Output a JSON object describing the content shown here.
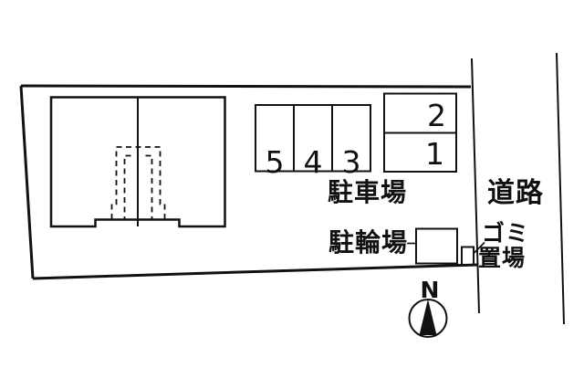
{
  "site_plan": {
    "parking_area": {
      "label": "駐車場",
      "space_numbers": [
        "5",
        "4",
        "3",
        "2",
        "1"
      ]
    },
    "bicycle_area": {
      "label": "駐輪場"
    },
    "garbage_area": {
      "label_line1": "ゴミ",
      "label_line2": "置場"
    },
    "road": {
      "label": "道路"
    },
    "compass": {
      "north_label": "N"
    },
    "colors": {
      "ink": "#111111",
      "background": "#ffffff"
    }
  }
}
